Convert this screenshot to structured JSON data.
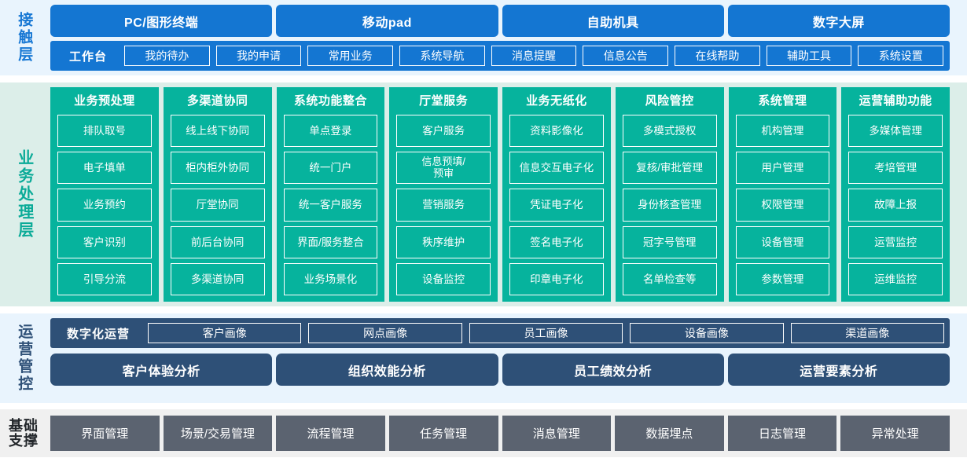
{
  "layers": {
    "touch": {
      "label": "接触层",
      "label_color": "#1878d4",
      "band_bg": "#e9f4fd",
      "box_color": "#1476d2",
      "channels": [
        "PC/图形终端",
        "移动pad",
        "自助机具",
        "数字大屏"
      ],
      "workbench_title": "工作台",
      "workbench_items": [
        "我的待办",
        "我的申请",
        "常用业务",
        "系统导航",
        "消息提醒",
        "信息公告",
        "在线帮助",
        "辅助工具",
        "系统设置"
      ]
    },
    "business": {
      "label": "业务处理层",
      "label_color": "#0bab98",
      "band_bg": "#dceee9",
      "box_color": "#06b39d",
      "columns": [
        {
          "title": "业务预处理",
          "items": [
            "排队取号",
            "电子填单",
            "业务预约",
            "客户识别",
            "引导分流"
          ]
        },
        {
          "title": "多渠道协同",
          "items": [
            "线上线下协同",
            "柜内柜外协同",
            "厅堂协同",
            "前后台协同",
            "多渠道协同"
          ]
        },
        {
          "title": "系统功能整合",
          "items": [
            "单点登录",
            "统一门户",
            "统一客户服务",
            "界面/服务整合",
            "业务场景化"
          ]
        },
        {
          "title": "厅堂服务",
          "items": [
            "客户服务",
            "信息预填/\n预审",
            "营销服务",
            "秩序维护",
            "设备监控"
          ]
        },
        {
          "title": "业务无纸化",
          "items": [
            "资料影像化",
            "信息交互电子化",
            "凭证电子化",
            "签名电子化",
            "印章电子化"
          ]
        },
        {
          "title": "风险管控",
          "items": [
            "多模式授权",
            "复核/审批管理",
            "身份核查管理",
            "冠字号管理",
            "名单检查等"
          ]
        },
        {
          "title": "系统管理",
          "items": [
            "机构管理",
            "用户管理",
            "权限管理",
            "设备管理",
            "参数管理"
          ]
        },
        {
          "title": "运营辅助功能",
          "items": [
            "多媒体管理",
            "考培管理",
            "故障上报",
            "运营监控",
            "运维监控"
          ]
        }
      ]
    },
    "operations": {
      "label": "运营管控",
      "label_color": "#2f5178",
      "band_bg": "#e9f4fd",
      "box_color": "#2e5077",
      "digital_title": "数字化运营",
      "portraits": [
        "客户画像",
        "网点画像",
        "员工画像",
        "设备画像",
        "渠道画像"
      ],
      "analyses": [
        "客户体验分析",
        "组织效能分析",
        "员工绩效分析",
        "运营要素分析"
      ]
    },
    "base": {
      "label_line1": "基础",
      "label_line2": "支撑",
      "label_color": "#23272b",
      "band_bg": "#f0f0f0",
      "box_color": "#5b6370",
      "items": [
        "界面管理",
        "场景/交易管理",
        "流程管理",
        "任务管理",
        "消息管理",
        "数据埋点",
        "日志管理",
        "异常处理"
      ]
    }
  }
}
